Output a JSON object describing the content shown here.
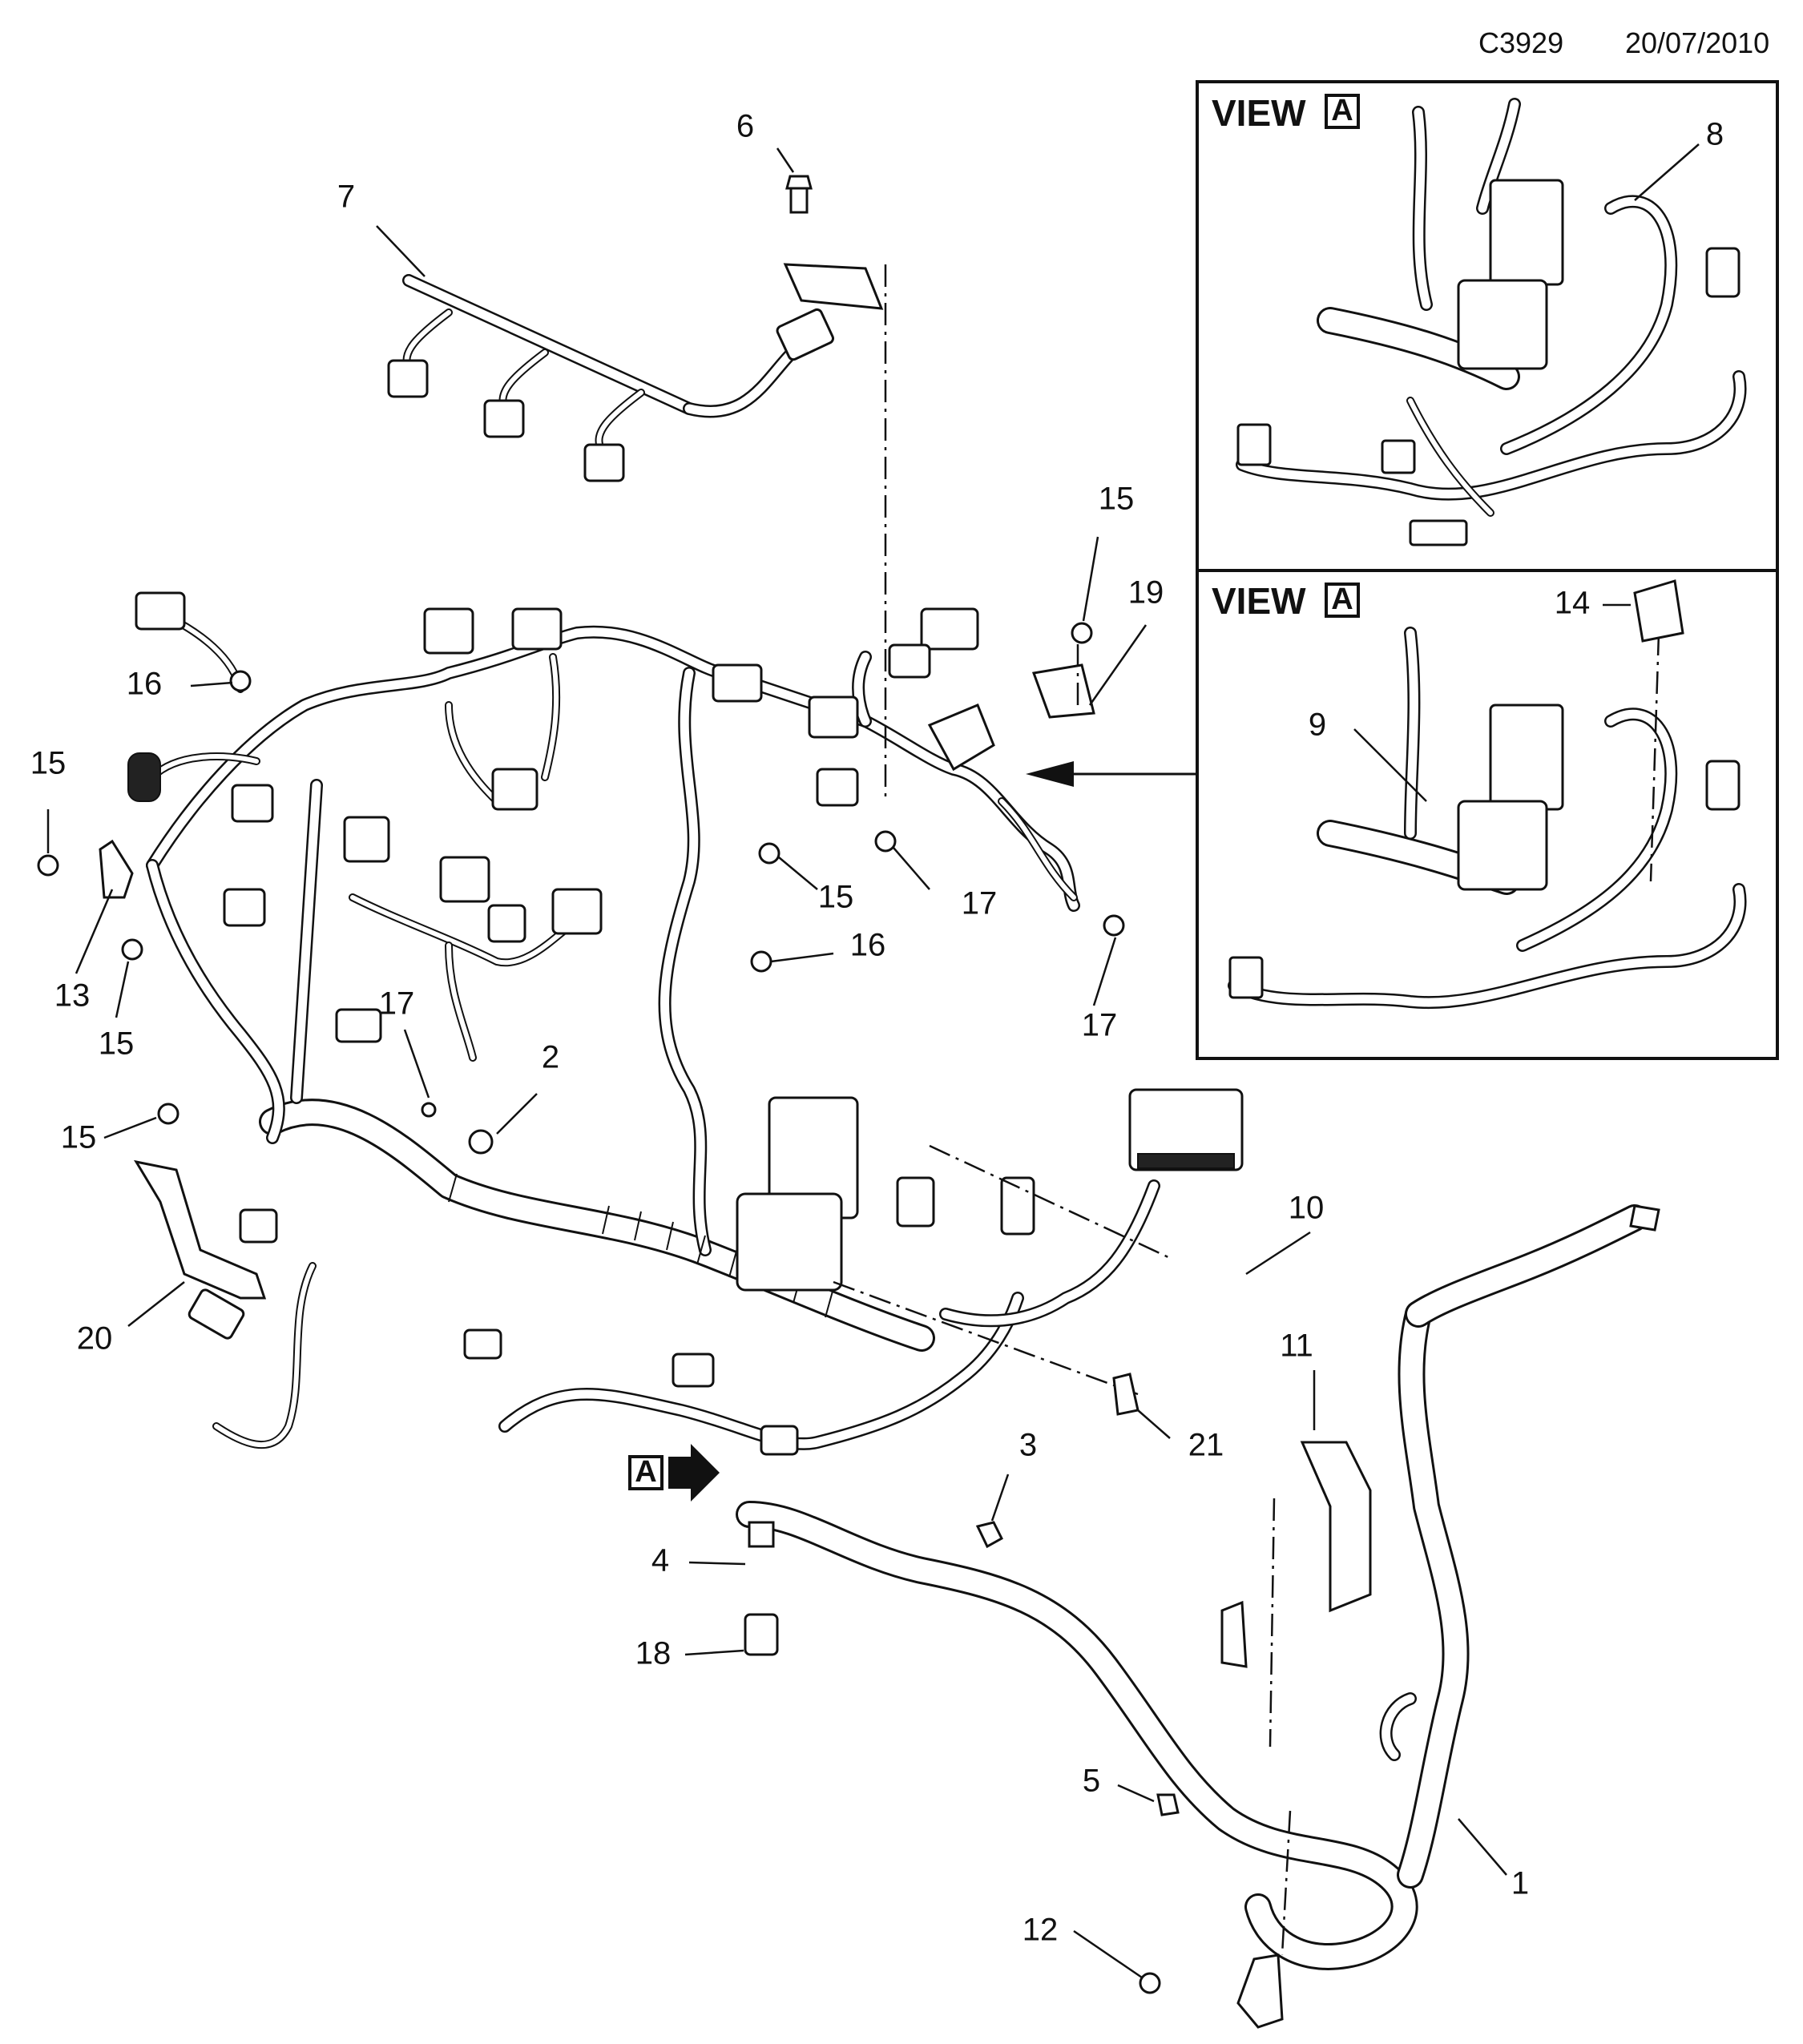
{
  "header": {
    "code": "C3929",
    "date": "20/07/2010"
  },
  "views": [
    {
      "label": "VIEW",
      "letter": "A"
    },
    {
      "label": "VIEW",
      "letter": "A"
    }
  ],
  "view_marker": {
    "letter": "A"
  },
  "callouts": [
    "6",
    "7",
    "15",
    "19",
    "16",
    "15",
    "13",
    "15",
    "17",
    "15",
    "17",
    "16",
    "17",
    "2",
    "15",
    "20",
    "10",
    "11",
    "21",
    "3",
    "4",
    "18",
    "5",
    "1",
    "12",
    "8",
    "14",
    "9"
  ]
}
